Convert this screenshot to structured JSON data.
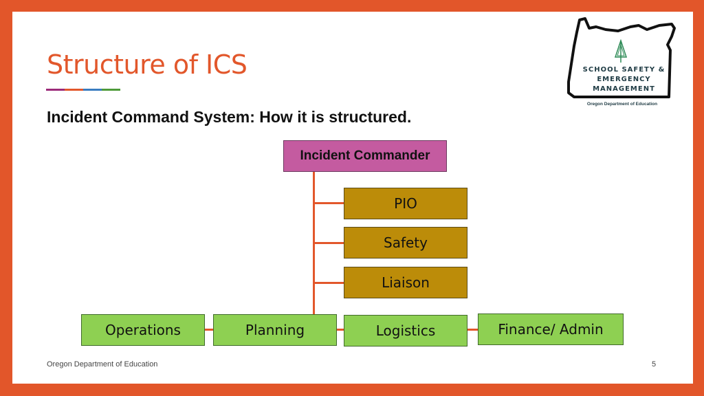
{
  "slide": {
    "title": "Structure of ICS",
    "subtitle": "Incident Command System: How it is structured.",
    "title_rule_colors": [
      "#9C2B7A",
      "#E2572B",
      "#3A7CC0",
      "#4E9A3A"
    ]
  },
  "logo": {
    "line1": "SCHOOL SAFETY &",
    "line2": "EMERGENCY",
    "line3": "MANAGEMENT",
    "caption": "Oregon Department of Education",
    "icon": "oregon-state-outline-with-tree"
  },
  "org_chart": {
    "commander": "Incident Commander",
    "command_staff": [
      "PIO",
      "Safety",
      "Liaison"
    ],
    "general_staff": [
      "Operations",
      "Planning",
      "Logistics",
      "Finance/ Admin"
    ],
    "colors": {
      "commander": "#C45BA0",
      "command_staff": "#BC8C09",
      "general_staff": "#8ED052",
      "connector": "#E2572B"
    }
  },
  "footer": {
    "organization": "Oregon Department of Education",
    "page_number": "5"
  }
}
